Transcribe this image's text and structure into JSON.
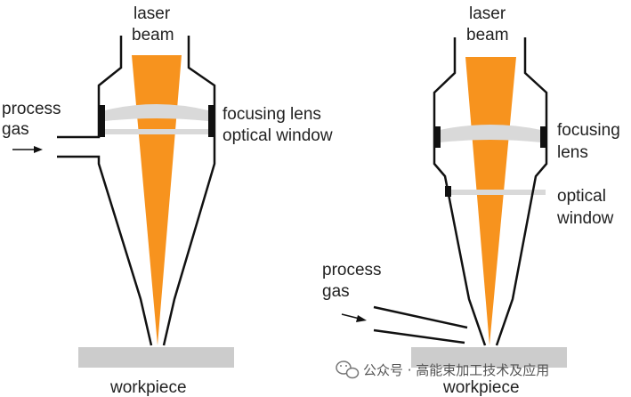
{
  "colors": {
    "beam": "#f7931e",
    "outline": "#111111",
    "lens": "#d9d9d9",
    "workpiece": "#cccccc",
    "text": "#222222"
  },
  "left_nozzle": {
    "beam_label_1": "laser",
    "beam_label_2": "beam",
    "gas_label_1": "process",
    "gas_label_2": "gas",
    "lens_label": "focusing lens",
    "window_label": "optical window",
    "workpiece_label": "workpiece"
  },
  "right_nozzle": {
    "beam_label_1": "laser",
    "beam_label_2": "beam",
    "lens_label_1": "focusing",
    "lens_label_2": "lens",
    "window_label_1": "optical",
    "window_label_2": "window",
    "gas_label_1": "process",
    "gas_label_2": "gas",
    "workpiece_label": "workpiece"
  },
  "watermark": {
    "icon": "wechat-icon",
    "text": "公众号 · 高能束加工技术及应用"
  }
}
